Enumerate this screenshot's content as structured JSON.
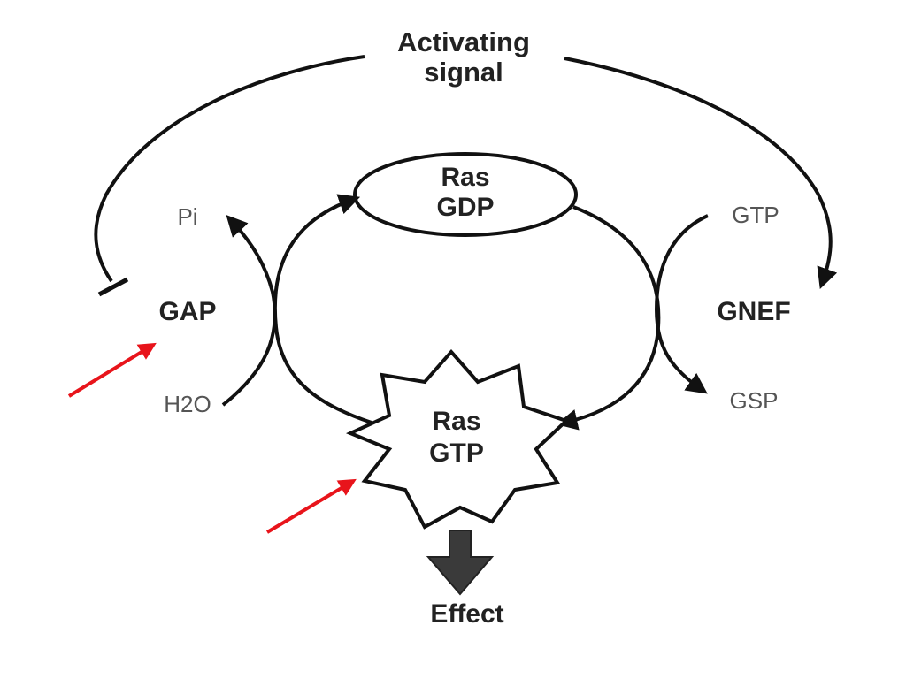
{
  "diagram": {
    "signal_line1": "Activating",
    "signal_line2": "signal",
    "ras_gdp_line1": "Ras",
    "ras_gdp_line2": "GDP",
    "ras_gtp_line1": "Ras",
    "ras_gtp_line2": "GTP",
    "gap": "GAP",
    "gnef": "GNEF",
    "pi": "Pi",
    "h2o": "H2O",
    "gtp": "GTP",
    "gsp": "GSP",
    "effect": "Effect"
  },
  "colors": {
    "line": "#111111",
    "text": "#222222",
    "highlight_arrow": "#e8141b",
    "effect_arrow": "#3a3a3a"
  }
}
